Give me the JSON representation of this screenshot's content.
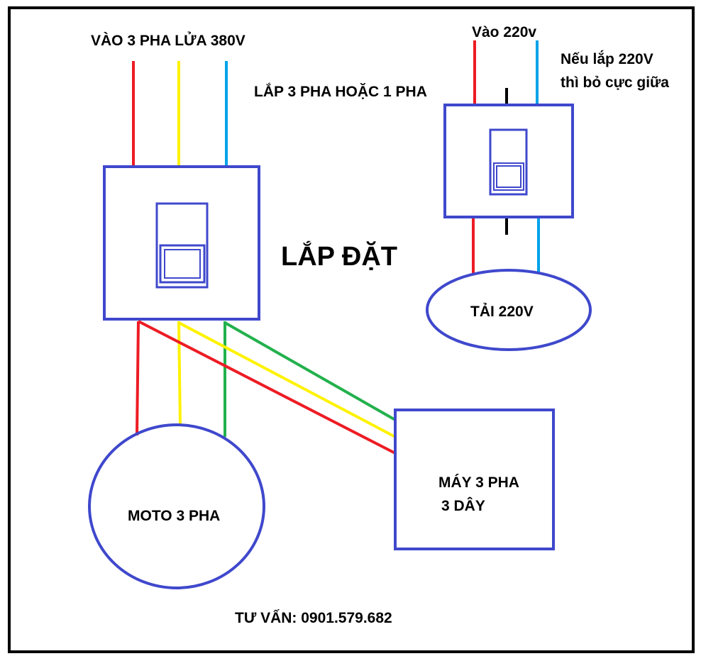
{
  "colors": {
    "frame": "#000000",
    "device": "#3f48cc",
    "red": "#ed1c24",
    "yellow": "#fff200",
    "blue": "#00a2e8",
    "green": "#22b14c",
    "black": "#000000"
  },
  "labels": {
    "input_3phase": "VÀO 3 PHA LỬA 380V",
    "input_220": "Vào 220v",
    "note_line1": "Nếu lắp 220V",
    "note_line2": "thì bỏ cực giữa",
    "mode": "LẮP 3 PHA HOẶC 1 PHA",
    "title": "LẮP ĐẶT",
    "load_220": "TẢI 220V",
    "motor": "MOTO 3 PHA",
    "machine_line1": "MÁY 3 PHA",
    "machine_line2": "3 DÂY",
    "contact": "TƯ VẤN: 0901.579.682"
  }
}
